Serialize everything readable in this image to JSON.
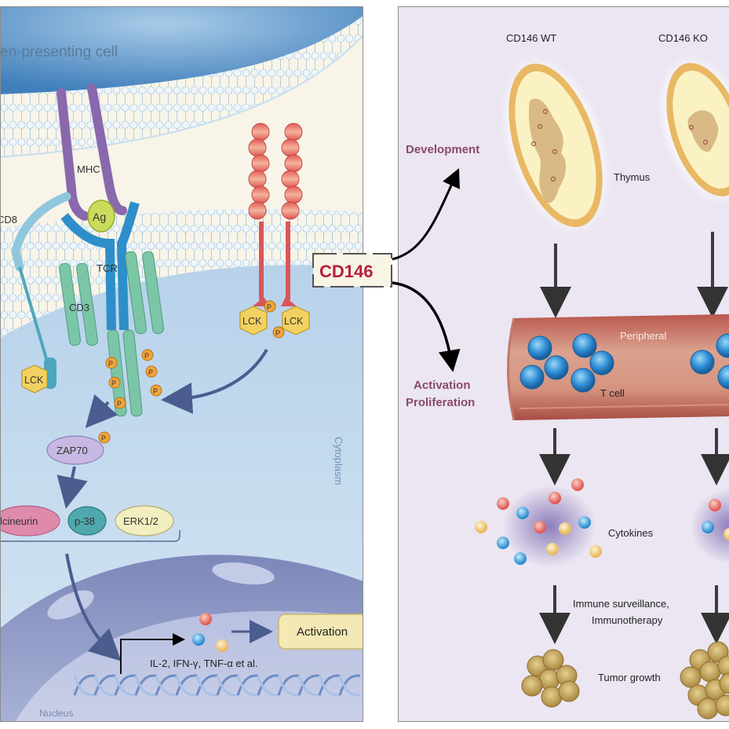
{
  "left_panel": {
    "apc_label": "en-presenting cell",
    "mhc_label": "MHC",
    "ag_label": "Ag",
    "cd8_label": "CD8",
    "tcr_label": "TCR",
    "cd3_label": "CD3",
    "lck_label": "LCK",
    "p_label": "P",
    "zap70_label": "ZAP70",
    "calcineurin_label": "lcineurin",
    "p38_label": "p-38",
    "erk_label": "ERK1/2",
    "cytoplasm_label": "Cytoplasm",
    "nucleus_label": "Nucleus",
    "cytokine_genes_label": "IL-2, IFN-γ, TNF-α et al.",
    "activation_box_label": "Activation"
  },
  "center": {
    "cd146_label": "CD146"
  },
  "right_panel": {
    "wt_label": "CD146 WT",
    "ko_label": "CD146 KO",
    "development_label": "Development",
    "activation_label": "Activation",
    "proliferation_label": "Proliferation",
    "thymus_label": "Thymus",
    "peripheral_label": "Peripheral",
    "tcell_label": "T cell",
    "cytokines_label": "Cytokines",
    "immune_label_1": "Immune surveillance,",
    "immune_label_2": "Immunotherapy",
    "tumor_label": "Tumor growth"
  },
  "colors": {
    "cd146_red": "#b5203a",
    "pathway_purple": "#8a4a6a",
    "right_bg": "#ebe6f2",
    "left_cytoplasm": "#c6dcee",
    "apc_blue": "#4f8fc6",
    "membrane": "#cfe3f1",
    "lck_yellow": "#f3d160",
    "phospho_orange": "#f2a43a",
    "tcr_blue": "#2e8ec9",
    "cd3_green": "#7cc6a8",
    "mhc_purple": "#8a68ad",
    "cd146_receptor": "#d9565a",
    "nucleus": "#8e9ac4",
    "vessel": "#b8665c",
    "tcell_blue": "#2e8fd6",
    "tumor_gold": "#c8a85e"
  }
}
